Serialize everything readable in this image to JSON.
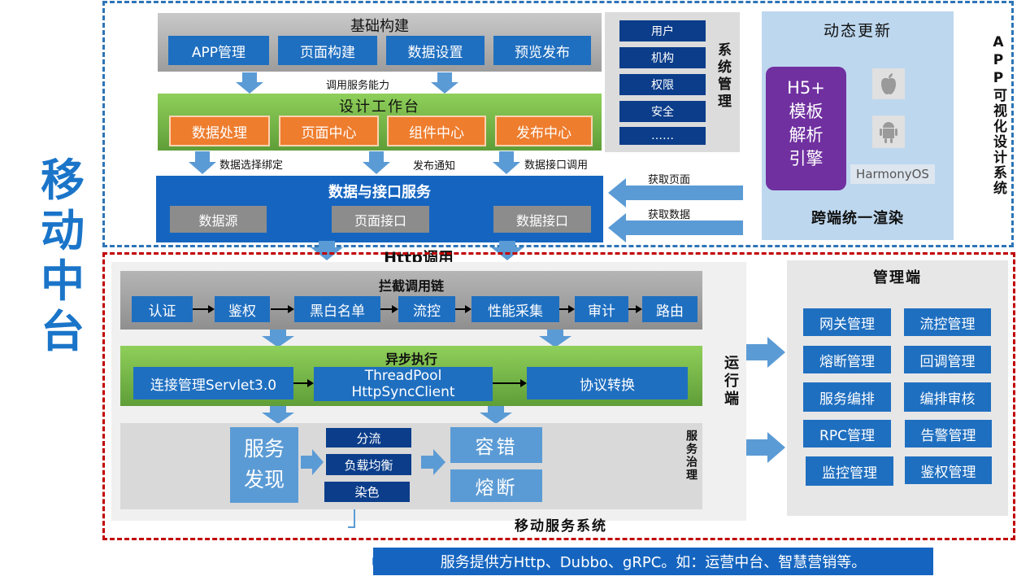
{
  "mobile_platform": "移动中台",
  "top": {
    "basic": {
      "title": "基础构建",
      "items": [
        "APP管理",
        "页面构建",
        "数据设置",
        "预览发布"
      ]
    },
    "call_service": "调用服务能力",
    "design": {
      "title": "设计工作台",
      "items": [
        "数据处理",
        "页面中心",
        "组件中心",
        "发布中心"
      ]
    },
    "flow_labels": [
      "数据选择绑定",
      "发布通知",
      "数据接口调用"
    ],
    "data_service": {
      "title": "数据与接口服务",
      "items": [
        "数据源",
        "页面接口",
        "数据接口"
      ]
    },
    "system_mgmt": {
      "title": "系统管理",
      "items": [
        "用户",
        "机构",
        "权限",
        "安全",
        "……"
      ]
    },
    "get_page": "获取页面",
    "get_data": "获取数据",
    "dynamic": {
      "title": "动态更新",
      "engine": [
        "H5+",
        "模板",
        "解析",
        "引擎"
      ],
      "harmony": "HarmonyOS",
      "footer": "跨端统一渲染"
    },
    "side_title": "APP可视化设计系统"
  },
  "http_call": "Http调用",
  "bottom": {
    "chain": {
      "title": "拦截调用链",
      "items": [
        "认证",
        "鉴权",
        "黑白名单",
        "流控",
        "性能采集",
        "审计",
        "路由"
      ]
    },
    "async": {
      "title": "异步执行",
      "conn": "连接管理Servlet3.0",
      "pool1": "ThreadPool",
      "pool2": "HttpSyncClient",
      "protocol": "协议转换"
    },
    "governance": {
      "discovery1": "服务",
      "discovery2": "发现",
      "middle": [
        "分流",
        "负载均衡",
        "染色"
      ],
      "right": [
        "容错",
        "熔断"
      ],
      "label": "服务治理"
    },
    "runtime_label": "运行端",
    "system_label": "移动服务系统",
    "management": {
      "title": "管理端",
      "left": [
        "网关管理",
        "熔断管理",
        "服务编排",
        "RPC管理",
        "监控管理"
      ],
      "right": [
        "流控管理",
        "回调管理",
        "编排审核",
        "告警管理",
        "鉴权管理"
      ]
    }
  },
  "provider_note": "服务提供方Http、Dubbo、gRPC。如：运营中台、智慧营销等。",
  "colors": {
    "btn_blue": "#1f6fc0",
    "dark_blue": "#0b3d8a",
    "green": "#70ad47",
    "orange": "#ee7d2e",
    "gray": "#a6a6a6",
    "light_blue_panel": "#bdd7ee",
    "purple": "#7030a0",
    "red_dash": "#c00000",
    "blue_dash": "#2e75b6"
  }
}
